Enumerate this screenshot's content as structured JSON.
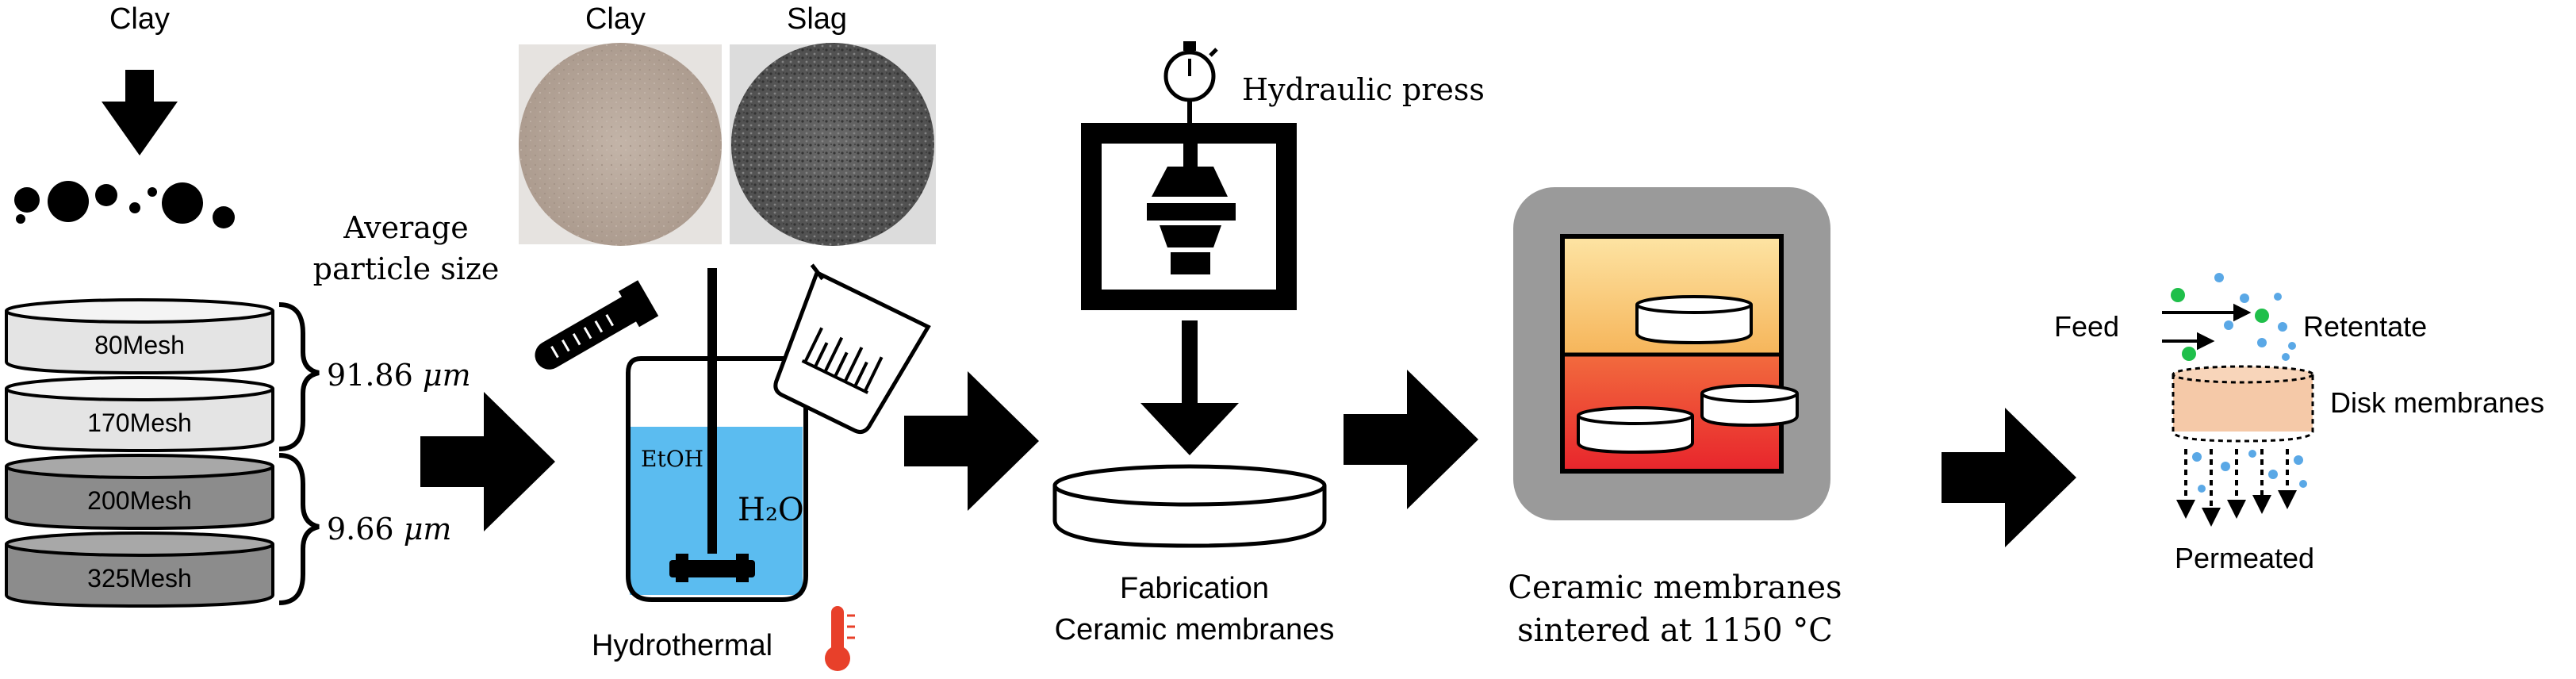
{
  "colors": {
    "black": "#000000",
    "sieve_light": "#e4e4e4",
    "sieve_dark": "#8c8c8c",
    "water": "#5bbcf0",
    "clay_sample": "#b3a397",
    "slag_sample": "#5e5e5e",
    "furnace_frame": "#9a9a9a",
    "furnace_top": "#fbd285",
    "furnace_bottom": "#ee3a30",
    "membrane_disk": "#f5c9a8",
    "particle_green": "#1fbf4a",
    "particle_blue": "#5aa8e6",
    "thermometer": "#e8402a"
  },
  "icons": [
    "down-arrow-icon",
    "stopwatch-icon",
    "test-tube-icon",
    "beaker-icon",
    "thermometer-icon",
    "flow-arrow-icon"
  ],
  "step1": {
    "title": "Clay",
    "size_label_line1": "Average",
    "size_label_line2": "particle size",
    "sieves": [
      {
        "label": "80Mesh",
        "shade": "light"
      },
      {
        "label": "170Mesh",
        "shade": "light"
      },
      {
        "label": "200Mesh",
        "shade": "dark"
      },
      {
        "label": "325Mesh",
        "shade": "dark"
      }
    ],
    "sizes": [
      {
        "value": "91.86",
        "unit": "μm"
      },
      {
        "value": "9.66",
        "unit": "μm"
      }
    ]
  },
  "step2": {
    "photo_labels": [
      "Clay",
      "Slag"
    ],
    "ethanol_label": "EtOH",
    "water_label": "H₂O",
    "caption": "Hydrothermal"
  },
  "step3": {
    "press_label": "Hydraulic press",
    "caption_line1": "Fabrication",
    "caption_line2": "Ceramic membranes"
  },
  "step4": {
    "caption_line1": "Ceramic membranes",
    "caption_line2": "sintered at 1150 °C"
  },
  "step5": {
    "feed_label": "Feed",
    "retentate_label": "Retentate",
    "disk_label": "Disk membranes",
    "permeated_label": "Permeated"
  }
}
